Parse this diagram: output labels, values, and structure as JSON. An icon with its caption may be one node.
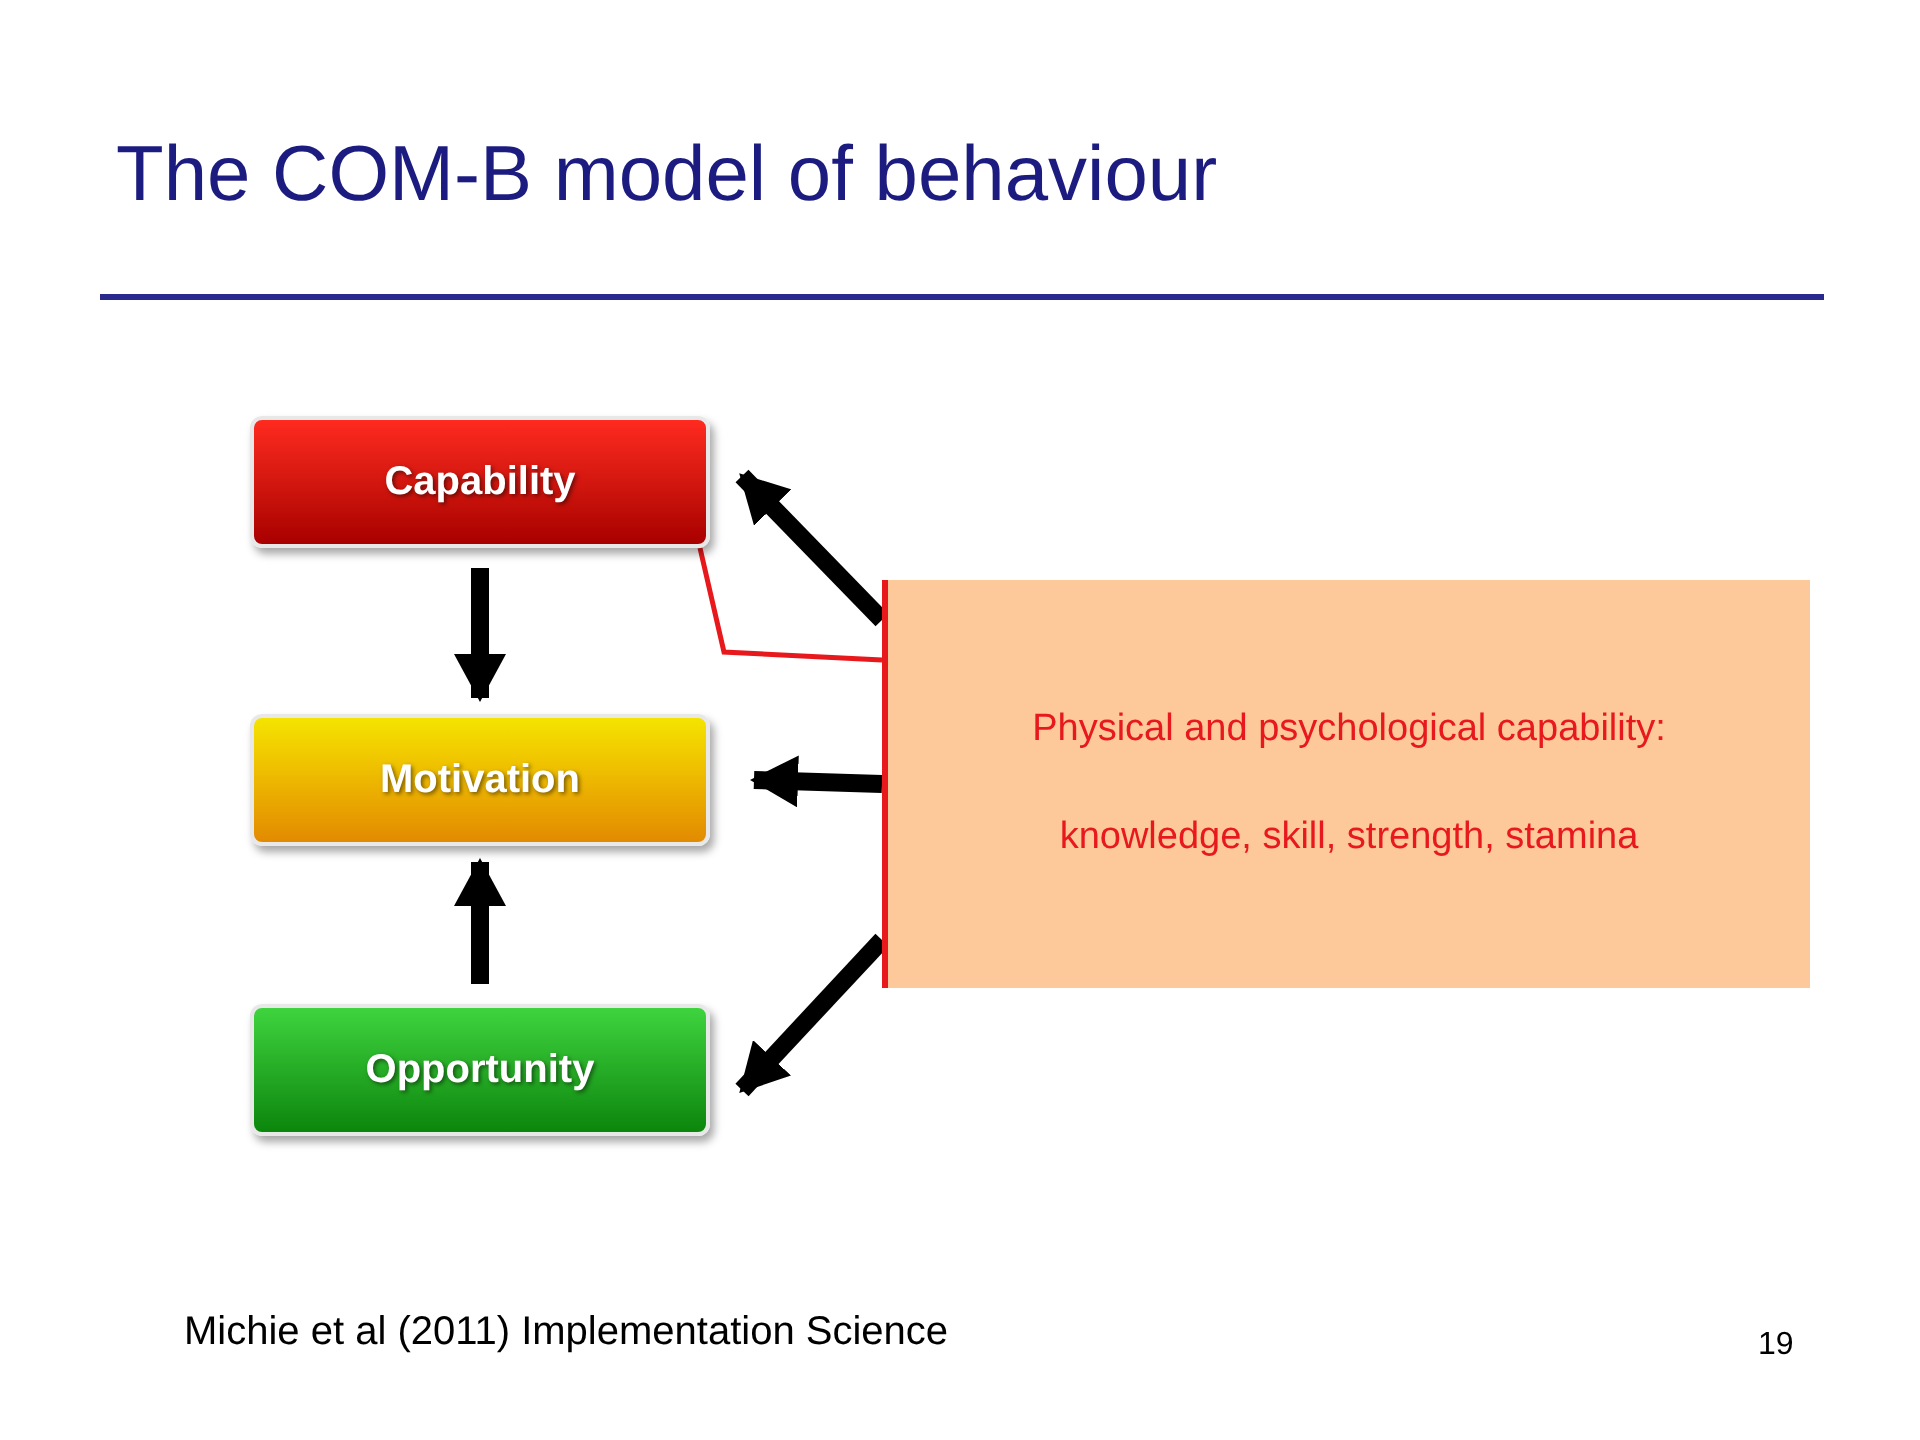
{
  "diagram": {
    "title": "The COM-B model of behaviour",
    "nodes": [
      {
        "text": [
          "Capability"
        ]
      },
      {
        "text": [
          "Motivation"
        ]
      },
      {
        "text": [
          "Opportunity"
        ]
      },
      {
        "text": [
          "Physical and psychological capability:",
          "knowledge, skill, strength, stamina"
        ]
      }
    ],
    "edges": [
      {
        "from": 0,
        "to": 1,
        "arrow": "to"
      },
      {
        "from": 2,
        "to": 1,
        "arrow": "to"
      },
      {
        "from": 3,
        "to": 0,
        "arrow": "to"
      },
      {
        "from": 3,
        "to": 1,
        "arrow": "to"
      },
      {
        "from": 3,
        "to": 2,
        "arrow": "to"
      },
      {
        "from": 3,
        "to": 0,
        "arrow": "none",
        "color": "#e8191c"
      }
    ],
    "labels": [
      "Michie et al (2011) Implementation Science",
      "19"
    ]
  }
}
